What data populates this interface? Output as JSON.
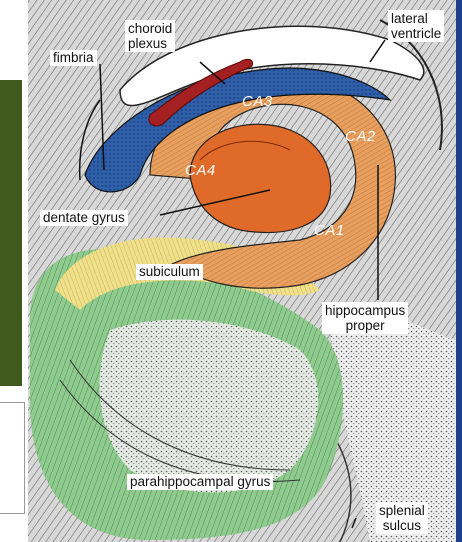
{
  "labels": {
    "choroid_plexus": "choroid\nplexus",
    "lateral_ventricle": "lateral\nventricle",
    "fimbria": "fimbria",
    "ca3": "CA3",
    "ca2": "CA2",
    "ca4": "CA4",
    "ca1": "CA1",
    "dentate_gyrus": "dentate gyrus",
    "subiculum": "subiculum",
    "hippocampus_proper": "hippocampus\nproper",
    "parahippocampal_gyrus": "parahippocampal gyrus",
    "splenial_sulcus": "splenial\nsulcus"
  },
  "colors": {
    "background": "#ffffff",
    "side_panel": "#3f5a1c",
    "right_border": "#1f3f8a",
    "tissue_grey": "#cfcfcf",
    "choroid_plexus": "#a52020",
    "fimbria": "#2f5fa8",
    "ca_fields": "#e8a060",
    "dentate_gyrus": "#e06a2a",
    "subiculum": "#f0e08c",
    "parahippocampal": "#8fca8f"
  }
}
